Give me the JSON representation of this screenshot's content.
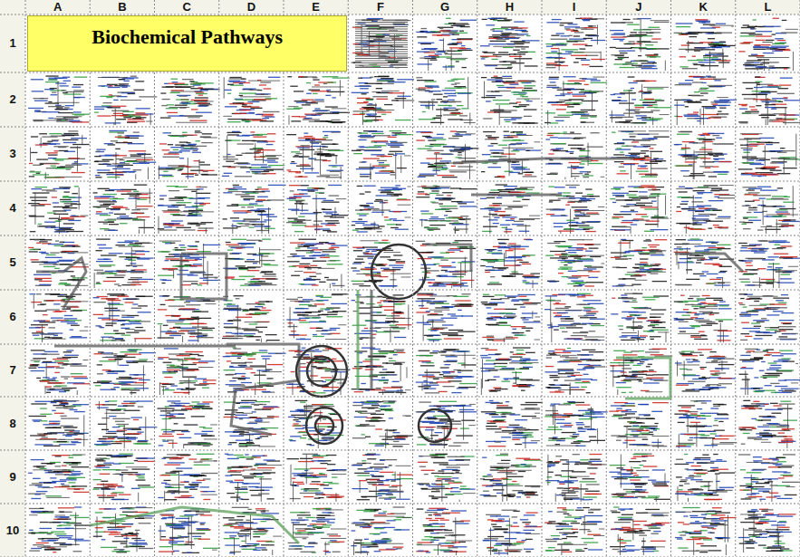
{
  "diagram": {
    "title": "Biochemical Pathways",
    "labels": [
      "A",
      "B",
      "C",
      "D",
      "E",
      "F",
      "G",
      "H",
      "I",
      "J",
      "K",
      "L",
      "1",
      "2",
      "3",
      "4",
      "5",
      "6",
      "7",
      "8",
      "9",
      "10"
    ]
  }
}
